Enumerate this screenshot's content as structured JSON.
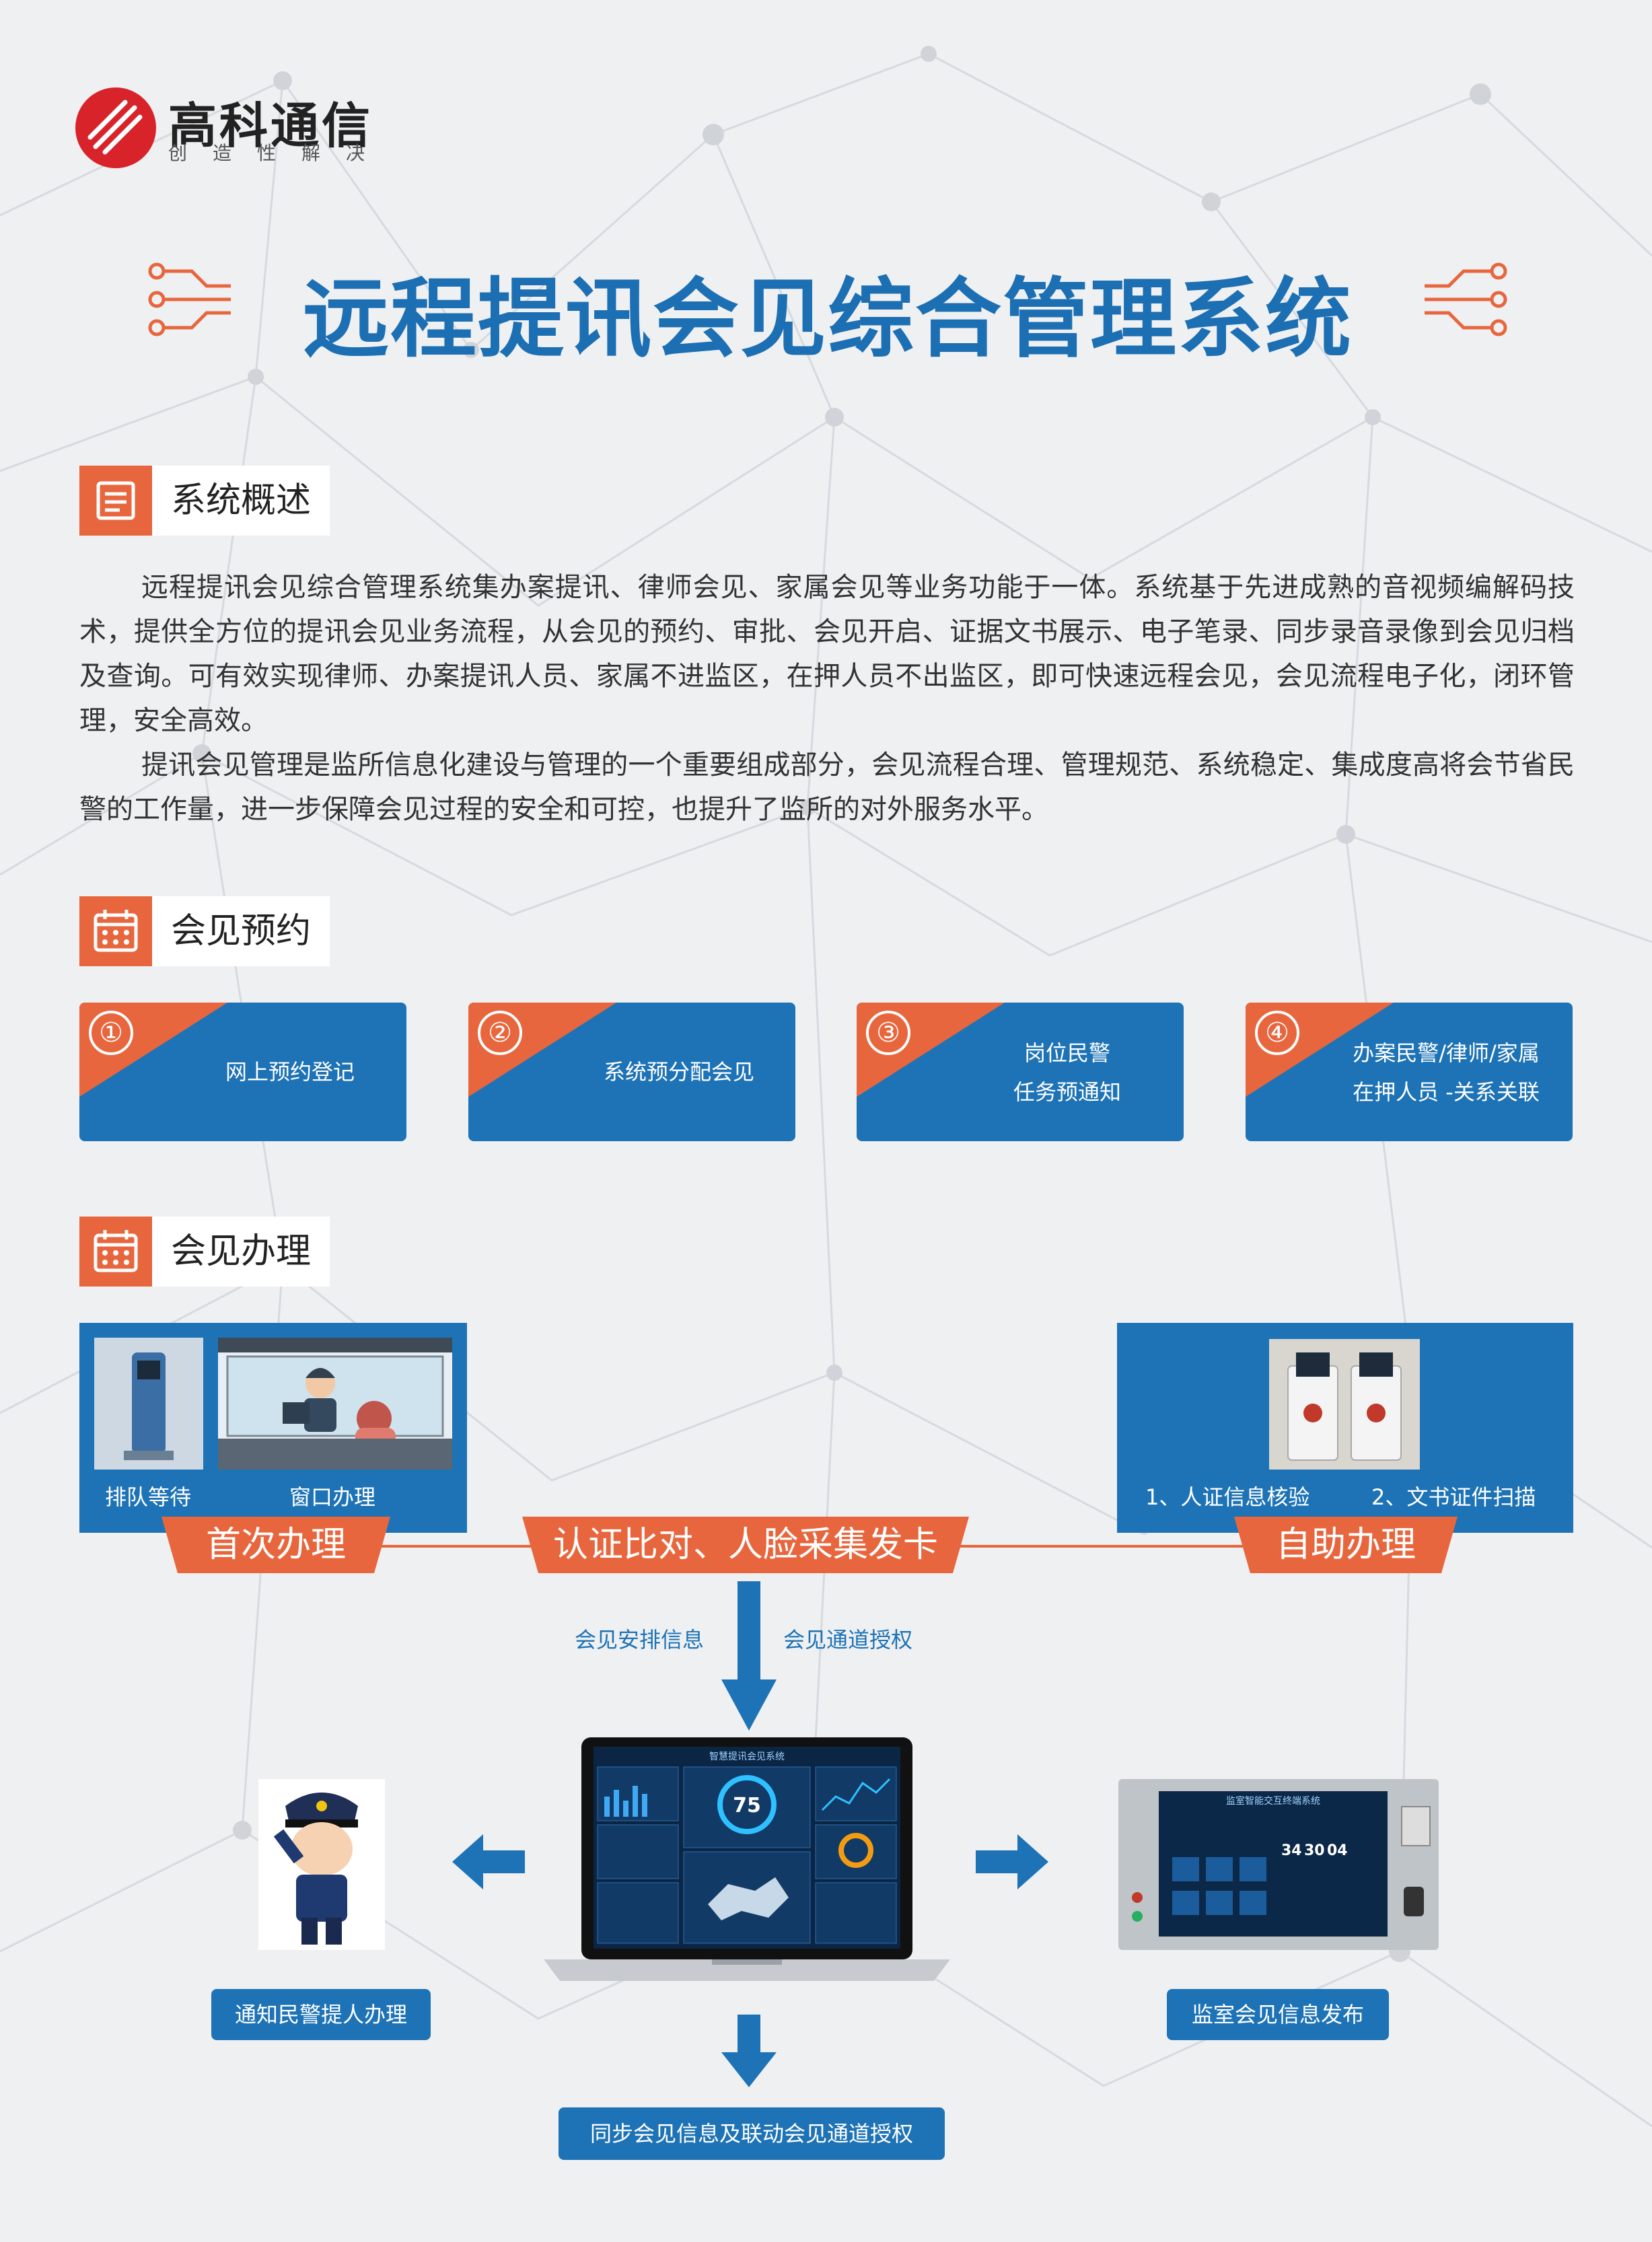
{
  "brand": {
    "name": "高科通信",
    "slogan": "创造性解决"
  },
  "title": "远程提讯会见综合管理系统",
  "sections": {
    "overview": {
      "heading": "系统概述",
      "paragraphs": [
        "远程提讯会见综合管理系统集办案提讯、律师会见、家属会见等业务功能于一体。系统基于先进成熟的音视频编解码技术，提供全方位的提讯会见业务流程，从会见的预约、审批、会见开启、证据文书展示、电子笔录、同步录音录像到会见归档及查询。可有效实现律师、办案提讯人员、家属不进监区，在押人员不出监区，即可快速远程会见，会见流程电子化，闭环管理，安全高效。",
        "提讯会见管理是监所信息化建设与管理的一个重要组成部分，会见流程合理、管理规范、系统稳定、集成度高将会节省民警的工作量，进一步保障会见过程的安全和可控，也提升了监所的对外服务水平。"
      ]
    },
    "booking": {
      "heading": "会见预约",
      "steps": [
        {
          "num": "①",
          "lines": [
            "网上预约登记"
          ]
        },
        {
          "num": "②",
          "lines": [
            "系统预分配会见"
          ]
        },
        {
          "num": "③",
          "lines": [
            "岗位民警",
            "任务预通知"
          ]
        },
        {
          "num": "④",
          "lines": [
            "办案民警/律师/家属",
            "在押人员 -关系关联"
          ]
        }
      ]
    },
    "handling": {
      "heading": "会见办理",
      "first": {
        "captions": [
          "排队等待",
          "窗口办理"
        ],
        "banner": "首次办理"
      },
      "center_banner": "认证比对、人脸采集发卡",
      "self": {
        "captions": [
          "1、人证信息核验",
          "2、文书证件扫描"
        ],
        "banner": "自助办理"
      },
      "arrow_labels": [
        "会见安排信息",
        "会见通道授权"
      ],
      "screen": {
        "title": "智慧提讯会见系统",
        "gauge": "75"
      },
      "terminal": {
        "title": "监室智能交互终端系统",
        "digits": [
          "34",
          "30",
          "04"
        ]
      },
      "outputs": {
        "left": "通知民警提人办理",
        "right": "监室会见信息发布",
        "bottom": "同步会见信息及联动会见通道授权"
      }
    }
  },
  "colors": {
    "accent": "#e8663d",
    "primary": "#1e73b6",
    "title": "#1d6fb3",
    "logo": "#d8232a"
  }
}
